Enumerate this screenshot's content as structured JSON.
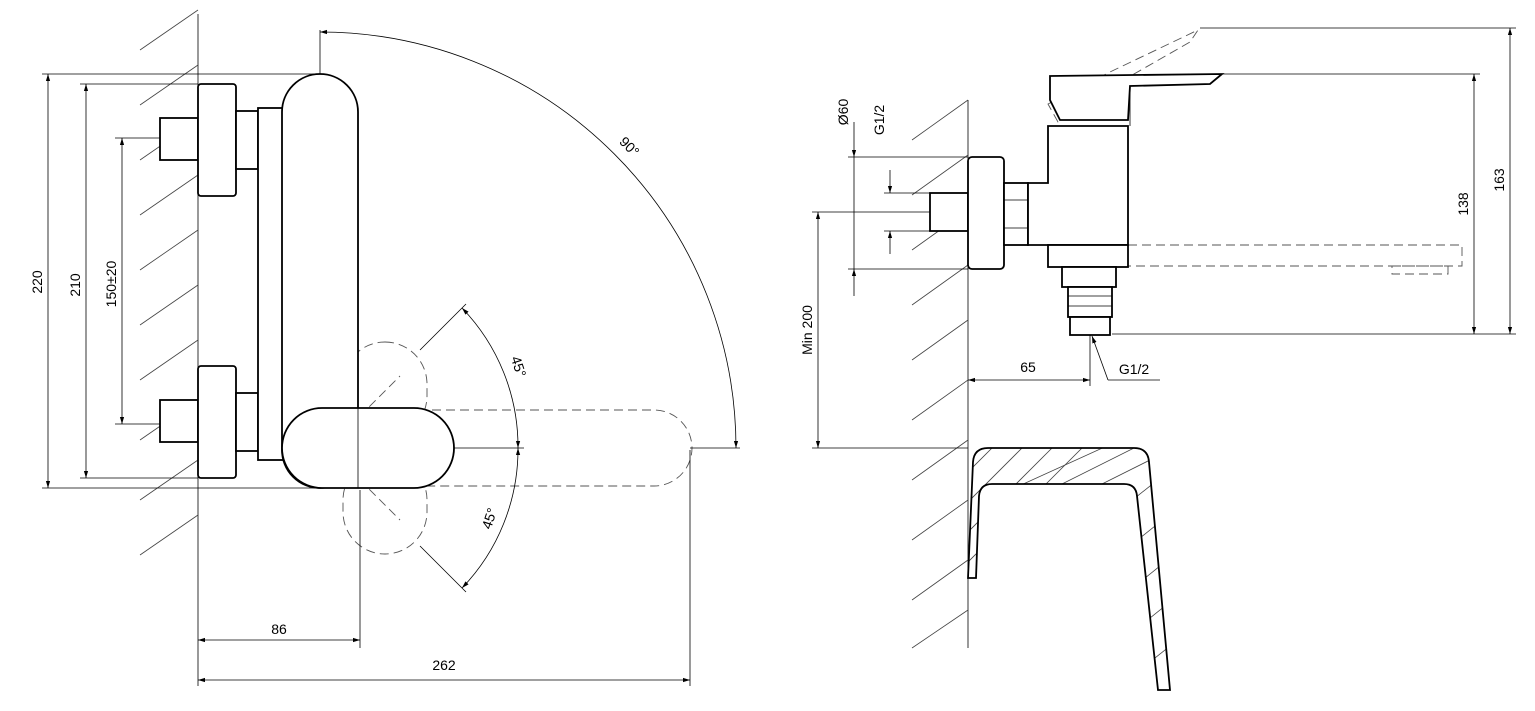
{
  "front_view": {
    "dim_height_outer": "220",
    "dim_height_inner": "210",
    "dim_inlet_spacing": "150±20",
    "dim_angle_full": "90°",
    "dim_angle_up": "45°",
    "dim_angle_down": "45°",
    "dim_handle_offset": "86",
    "dim_total_width": "262"
  },
  "side_view": {
    "dim_diameter": "Ø60",
    "dim_thread_inlet": "G1/2",
    "dim_min_height": "Min 200",
    "dim_projection": "65",
    "dim_thread_outlet": "G1/2",
    "dim_spout_height": "138",
    "dim_total_height": "163"
  },
  "colors": {
    "line": "#000000",
    "hidden_line": "#555555",
    "hatch": "#444444",
    "background": "#ffffff"
  }
}
